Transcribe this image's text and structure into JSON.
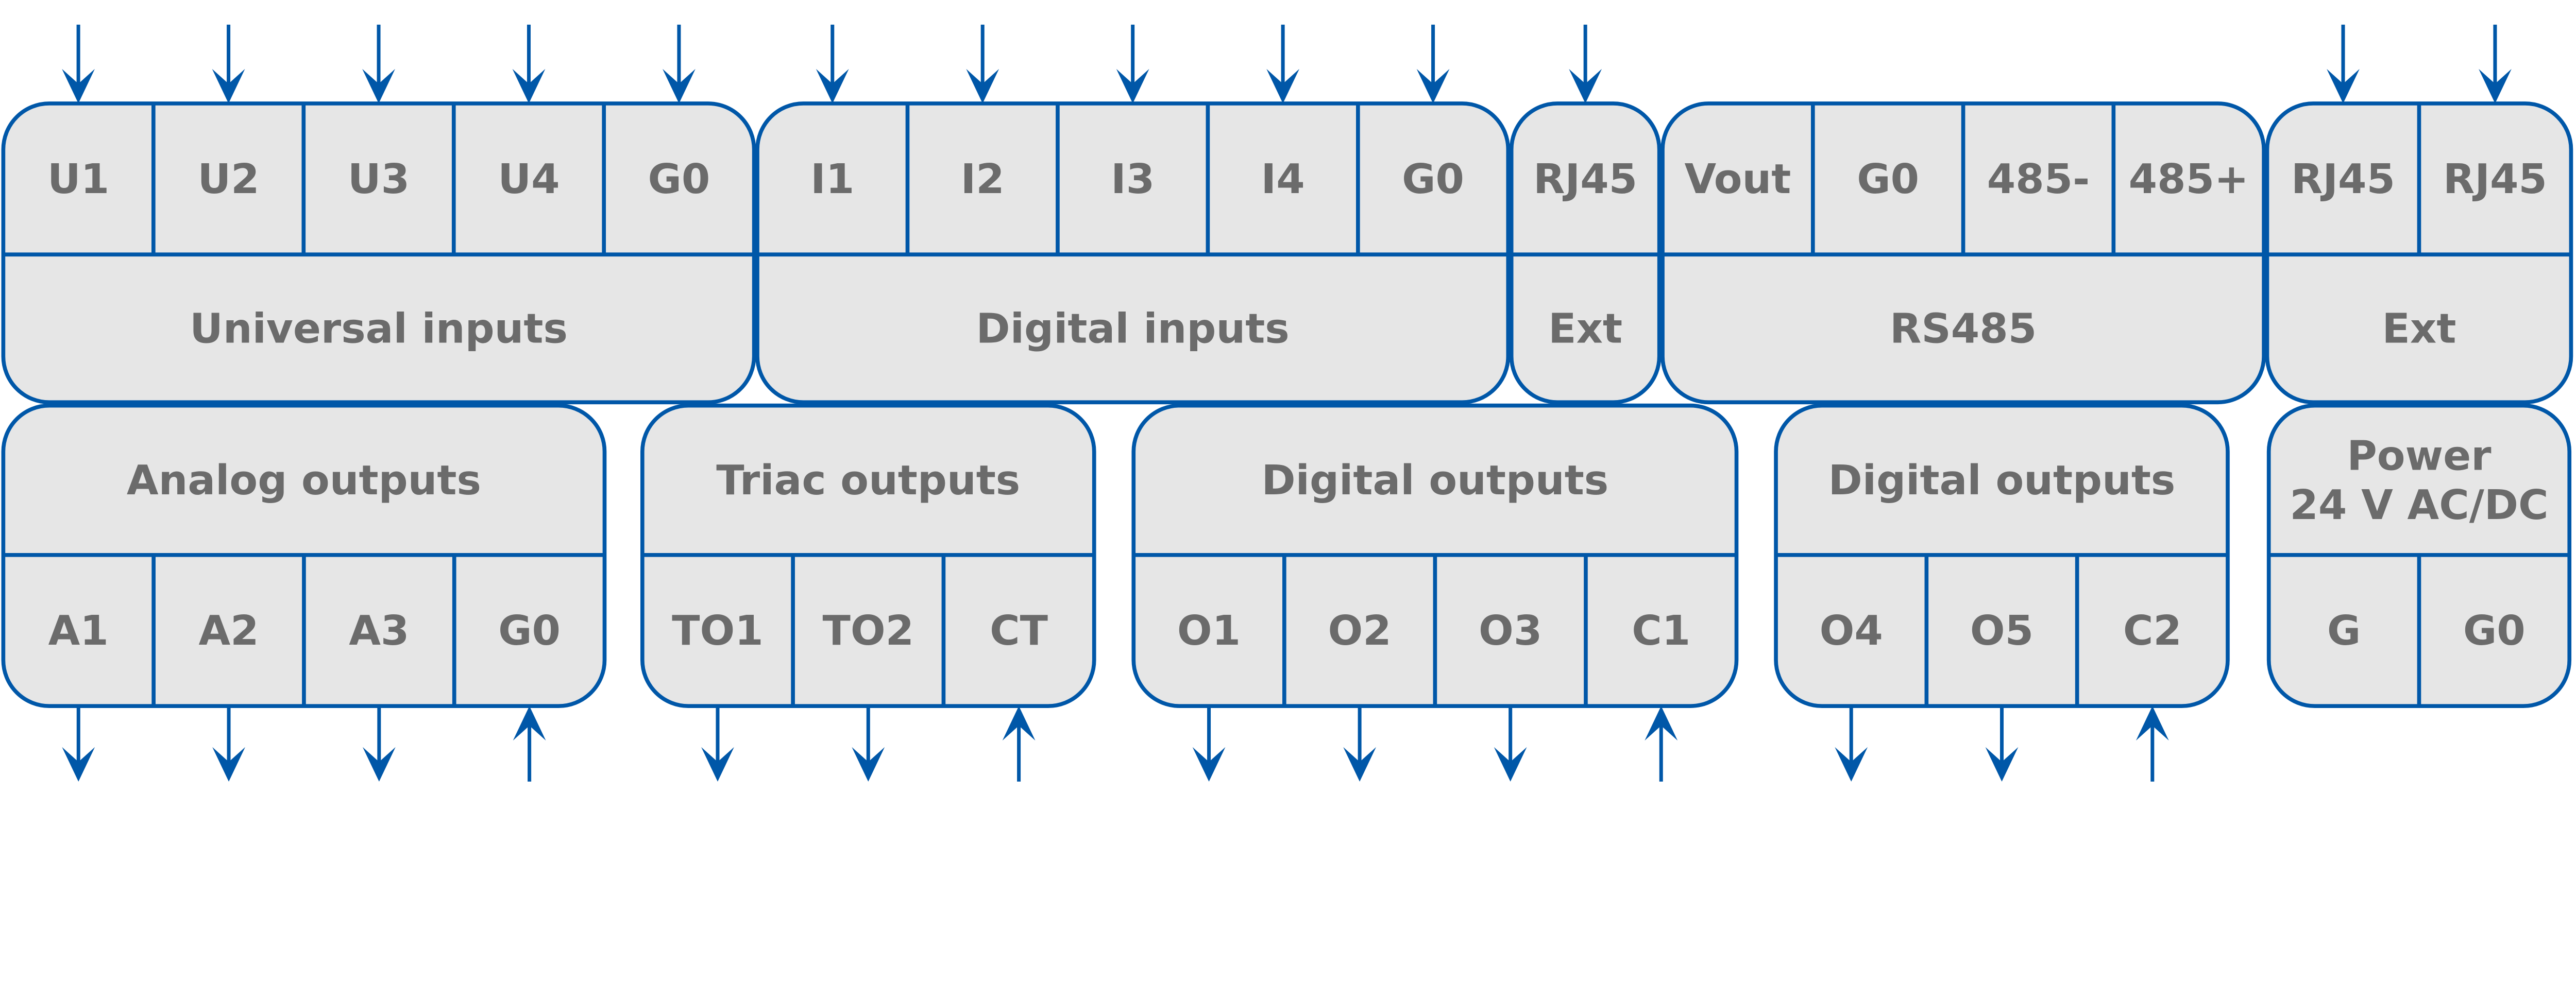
{
  "colors": {
    "border": "#0057a8",
    "fill": "#e6e6e6",
    "text": "#6b6b6b",
    "arrow": "#0057a8"
  },
  "top_row": [
    {
      "label": [
        "Universal inputs"
      ],
      "terminals": [
        {
          "label": "U1",
          "arrow": "in"
        },
        {
          "label": "U2",
          "arrow": "in"
        },
        {
          "label": "U3",
          "arrow": "in"
        },
        {
          "label": "U4",
          "arrow": "in"
        },
        {
          "label": "G0",
          "arrow": "in"
        }
      ]
    },
    {
      "label": [
        "Digital inputs"
      ],
      "terminals": [
        {
          "label": "I1",
          "arrow": "in"
        },
        {
          "label": "I2",
          "arrow": "in"
        },
        {
          "label": "I3",
          "arrow": "in"
        },
        {
          "label": "I4",
          "arrow": "in"
        },
        {
          "label": "G0",
          "arrow": "in"
        }
      ]
    },
    {
      "label": [
        "Ext"
      ],
      "terminals": [
        {
          "label": "RJ45",
          "arrow": "in"
        }
      ]
    },
    {
      "label": [
        "RS485"
      ],
      "terminals": [
        {
          "label": "Vout",
          "arrow": null
        },
        {
          "label": "G0",
          "arrow": null
        },
        {
          "label": "485-",
          "arrow": null
        },
        {
          "label": "485+",
          "arrow": null
        }
      ]
    },
    {
      "label": [
        "Ext"
      ],
      "terminals": [
        {
          "label": "RJ45",
          "arrow": "in"
        },
        {
          "label": "RJ45",
          "arrow": "in"
        }
      ]
    }
  ],
  "bottom_row": [
    {
      "label": [
        "Analog outputs"
      ],
      "terminals": [
        {
          "label": "A1",
          "arrow": "out"
        },
        {
          "label": "A2",
          "arrow": "out"
        },
        {
          "label": "A3",
          "arrow": "out"
        },
        {
          "label": "G0",
          "arrow": "in"
        }
      ]
    },
    {
      "label": [
        "Triac outputs"
      ],
      "terminals": [
        {
          "label": "TO1",
          "arrow": "out"
        },
        {
          "label": "TO2",
          "arrow": "out"
        },
        {
          "label": "CT",
          "arrow": "in"
        }
      ]
    },
    {
      "label": [
        "Digital outputs"
      ],
      "terminals": [
        {
          "label": "O1",
          "arrow": "out"
        },
        {
          "label": "O2",
          "arrow": "out"
        },
        {
          "label": "O3",
          "arrow": "out"
        },
        {
          "label": "C1",
          "arrow": "in"
        }
      ]
    },
    {
      "label": [
        "Digital outputs"
      ],
      "terminals": [
        {
          "label": "O4",
          "arrow": "out"
        },
        {
          "label": "O5",
          "arrow": "out"
        },
        {
          "label": "C2",
          "arrow": "in"
        }
      ]
    },
    {
      "label": [
        "Power",
        "24 V AC/DC"
      ],
      "terminals": [
        {
          "label": "G",
          "arrow": null
        },
        {
          "label": "G0",
          "arrow": null
        }
      ]
    }
  ]
}
